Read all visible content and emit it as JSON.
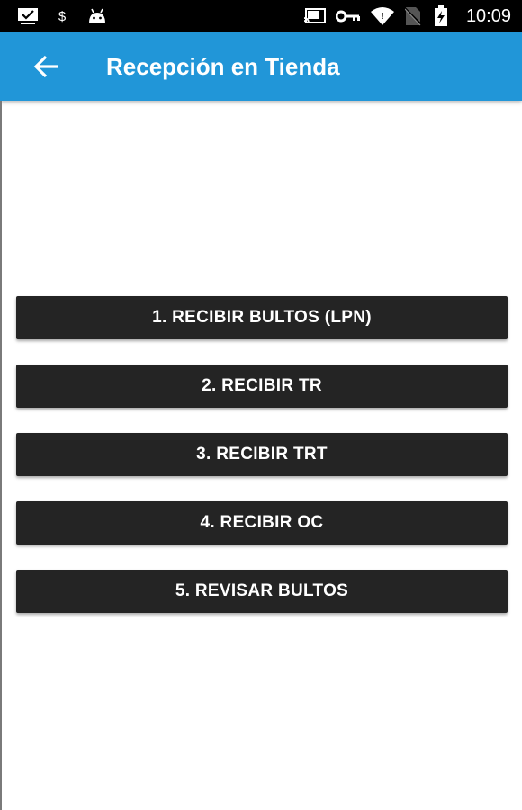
{
  "status_bar": {
    "time": "10:09",
    "left_icons": [
      "download-check-icon",
      "dollar-icon",
      "android-icon"
    ],
    "right_icons": [
      "cast-icon",
      "vpn-key-icon",
      "wifi-icon",
      "no-sim-icon",
      "battery-charging-icon"
    ],
    "dollar_symbol": "$"
  },
  "app_bar": {
    "title": "Recepción en Tienda",
    "back_icon": "arrow-back-icon",
    "background_color": "#2196d8"
  },
  "menu": {
    "buttons": [
      {
        "label": "1. RECIBIR BULTOS (LPN)"
      },
      {
        "label": "2. RECIBIR TR"
      },
      {
        "label": "3. RECIBIR TRT"
      },
      {
        "label": "4. RECIBIR OC"
      },
      {
        "label": "5. REVISAR BULTOS"
      }
    ],
    "button_color": "#242424"
  }
}
